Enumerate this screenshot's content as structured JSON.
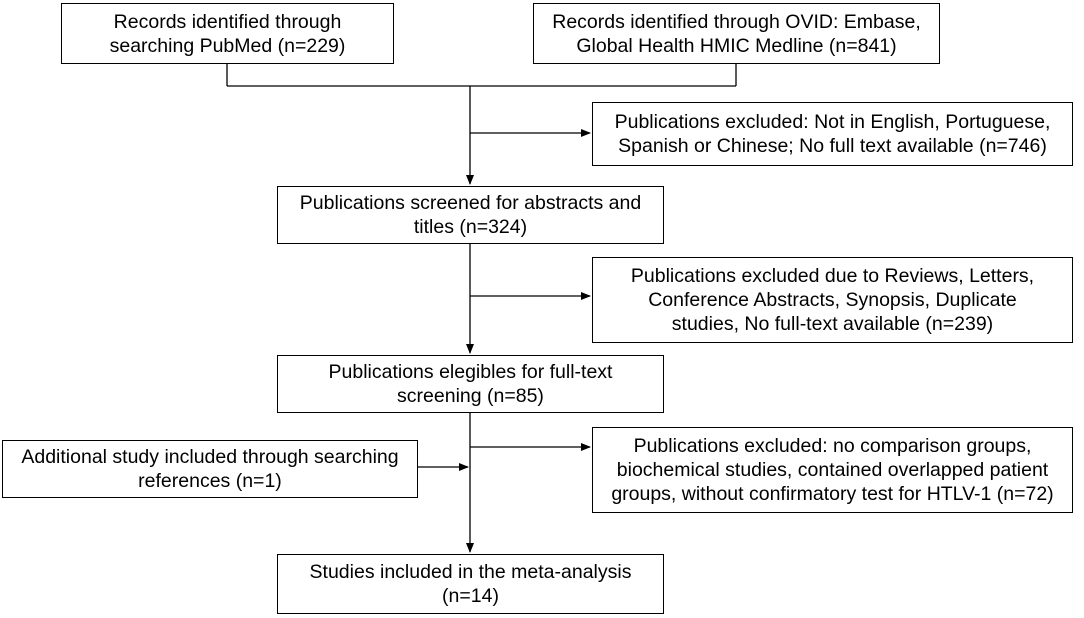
{
  "diagram": {
    "records_pubmed": "Records identified through\nsearching PubMed (n=229)",
    "records_ovid": "Records identified through OVID: Embase,\nGlobal Health HMIC Medline (n=841)",
    "excluded_language": "Publications excluded: Not in English, Portuguese,\nSpanish or Chinese; No full text available (n=746)",
    "screened": "Publications screened for abstracts and\ntitles (n=324)",
    "excluded_reviews": "Publications excluded due to Reviews, Letters,\nConference Abstracts, Synopsis, Duplicate\nstudies, No full-text available (n=239)",
    "eligible": "Publications elegibles for full-text\nscreening (n=85)",
    "additional": "Additional study included through searching\nreferences (n=1)",
    "excluded_comparison": "Publications excluded: no comparison groups,\nbiochemical studies, contained overlapped patient\ngroups, without confirmatory test for HTLV-1 (n=72)",
    "included": "Studies included in the meta-analysis\n(n=14)"
  }
}
